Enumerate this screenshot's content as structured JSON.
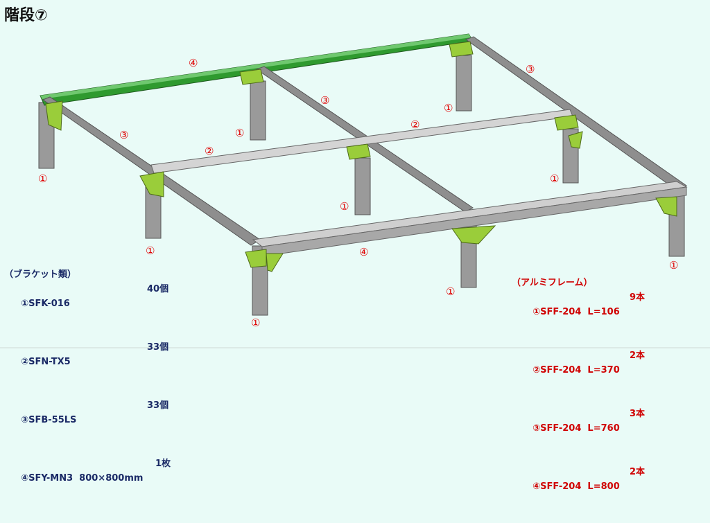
{
  "title": "階段⑦",
  "labels": {
    "l1": "④",
    "l2": "③",
    "l3": "③",
    "l4": "②",
    "l5": "③",
    "l6": "②",
    "l7": "④",
    "l8": "①",
    "l9": "①",
    "l10": "①",
    "l11": "①",
    "l12": "①",
    "l13": "①",
    "l14": "①",
    "l15": "①",
    "l16": "①"
  },
  "bracket_legend": {
    "heading": "（ブラケット類）",
    "items": [
      {
        "name": "①SFK-016",
        "qty": "40個"
      },
      {
        "name": "②SFN-TX5",
        "qty": "33個"
      },
      {
        "name": "③SFB-55LS",
        "qty": "33個"
      },
      {
        "name": "④SFY-MN3  800×800mm",
        "qty": "1枚"
      }
    ]
  },
  "frame_legend": {
    "heading": "（アルミフレーム）",
    "items": [
      {
        "name": "①SFF-204  L=106",
        "qty": "9本"
      },
      {
        "name": "②SFF-204  L=370",
        "qty": "2本"
      },
      {
        "name": "③SFF-204  L=760",
        "qty": "3本"
      },
      {
        "name": "④SFF-204  L=800",
        "qty": "2本"
      }
    ]
  },
  "colors": {
    "background": "#e9fbf7",
    "beam": "#9a9a9a",
    "beam_top": "#d4d4d4",
    "green_beam": "#2f9a2f",
    "bracket": "#9acd3a",
    "label": "#e00000",
    "legend_blue": "#1a2a66",
    "legend_red": "#d00000"
  }
}
